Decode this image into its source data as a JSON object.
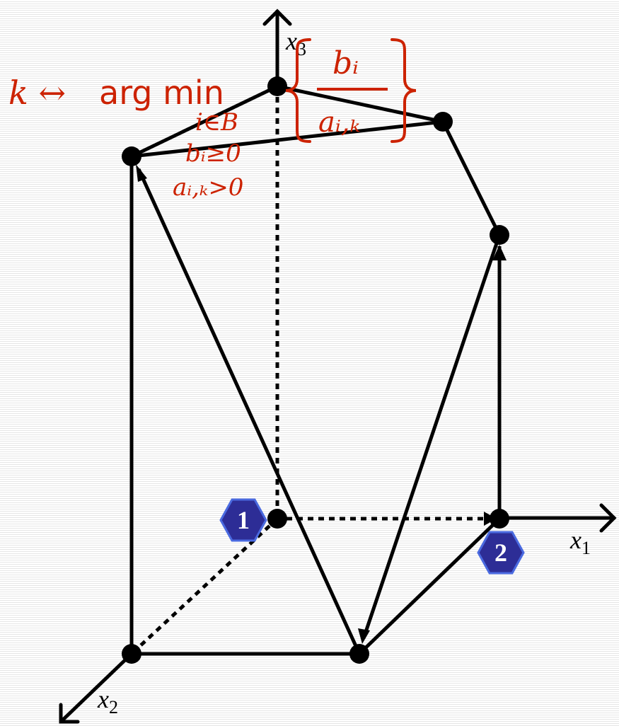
{
  "axes": {
    "x1": {
      "var": "x",
      "sub": "1"
    },
    "x2": {
      "var": "x",
      "sub": "2"
    },
    "x3": {
      "var": "x",
      "sub": "3"
    }
  },
  "formula": {
    "lhs": "k ↔",
    "operator": "arg min",
    "subscripts": [
      "i∈B",
      "bᵢ≥0",
      "aᵢ,ₖ>0"
    ],
    "fraction": {
      "numerator": "bᵢ",
      "denominator": "aᵢ,ₖ"
    }
  },
  "badges": [
    {
      "label": "1"
    },
    {
      "label": "2"
    }
  ],
  "colors": {
    "formula": "#cc2200",
    "badge_fill": "#2d2d96",
    "badge_stroke": "#4a6ae0",
    "edges": "#000000"
  }
}
